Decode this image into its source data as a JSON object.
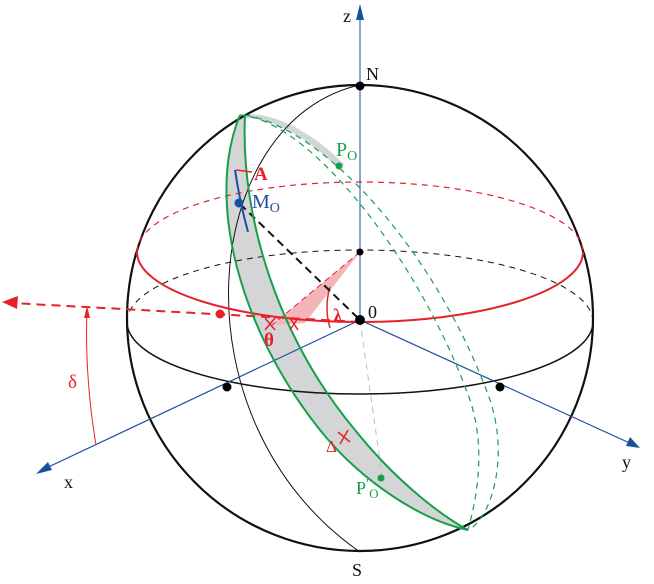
{
  "labels": {
    "z": "z",
    "x": "x",
    "y": "y",
    "north": "N",
    "south": "S",
    "origin": "0",
    "pole": "P",
    "pole_sub": "O",
    "pole_prime": "P",
    "pole_prime_sup": "′",
    "pole_prime_sub": "O",
    "meteor": "M",
    "meteor_sub": "O",
    "azimuth": "A",
    "theta": "θ",
    "lambda": "λ",
    "delta": "δ",
    "Delta": "Δ"
  },
  "colors": {
    "axis": "#1a4fa0",
    "red": "#e8202a",
    "green": "#16a04a",
    "blue": "#1a4fa0",
    "band": "#d3d5d7"
  }
}
